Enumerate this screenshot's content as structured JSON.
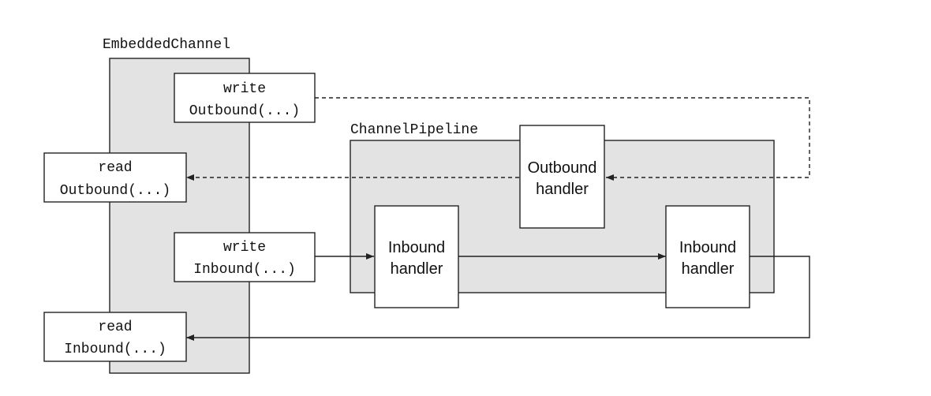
{
  "embedded_channel": {
    "label": "EmbeddedChannel"
  },
  "channel_pipeline": {
    "label": "ChannelPipeline"
  },
  "write_outbound": {
    "line1": "write",
    "line2": "Outbound(...)"
  },
  "read_outbound": {
    "line1": "read",
    "line2": "Outbound(...)"
  },
  "write_inbound": {
    "line1": "write",
    "line2": "Inbound(...)"
  },
  "read_inbound": {
    "line1": "read",
    "line2": "Inbound(...)"
  },
  "outbound_handler": {
    "line1": "Outbound",
    "line2": "handler"
  },
  "inbound_handler_1": {
    "line1": "Inbound",
    "line2": "handler"
  },
  "inbound_handler_2": {
    "line1": "Inbound",
    "line2": "handler"
  }
}
